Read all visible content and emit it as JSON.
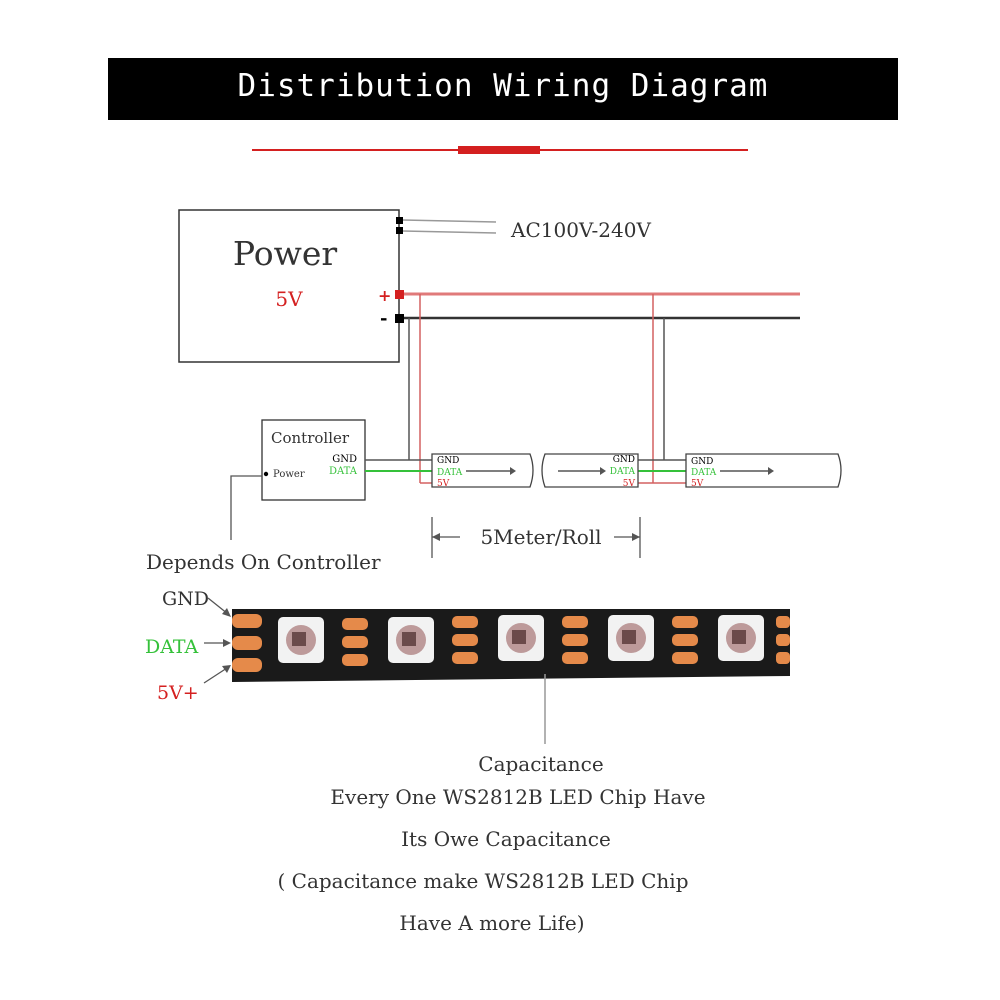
{
  "header": {
    "title": "Distribution Wiring Diagram"
  },
  "power": {
    "title": "Power",
    "voltage": "5V",
    "plus": "+",
    "minus": "-",
    "ac_label": "AC100V-240V"
  },
  "controller": {
    "title": "Controller",
    "gnd": "GND",
    "data": "DATA",
    "power": "Power"
  },
  "strip_pins": {
    "gnd": "GND",
    "data": "DATA",
    "v5": "5V"
  },
  "roll_label": "5Meter/Roll",
  "depends_label": "Depends On Controller",
  "pads": {
    "gnd": "GND",
    "data": "DATA",
    "v5": "5V+"
  },
  "capacitance": {
    "title": "Capacitance",
    "line1": "Every One WS2812B LED Chip Have",
    "line2": "Its Owe Capacitance",
    "line3": "( Capacitance make WS2812B LED Chip",
    "line4": "Have A more Life)"
  },
  "colors": {
    "red": "#d42020",
    "green": "#35c13a",
    "black": "#000000",
    "strip": "#1a1a1a",
    "pad": "#e58a4a"
  }
}
